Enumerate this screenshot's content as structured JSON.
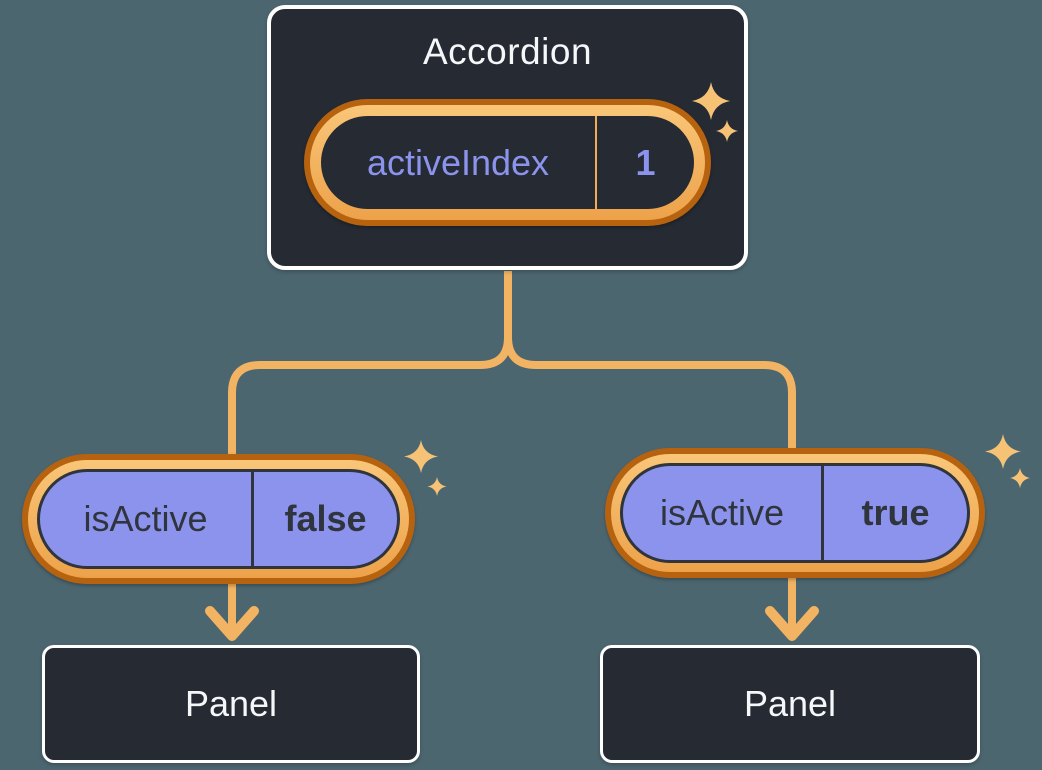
{
  "diagram": {
    "description": "React component tree showing state lifted up to a parent Accordion and passed down as props to two Panels",
    "background_color": "#4C6670"
  },
  "colors": {
    "canvas_background": "#4C6670",
    "node_background": "#252A33",
    "node_border": "#FFFFFF",
    "state_ring_outer": "#B6620F",
    "state_ring_inner": "#F5B765",
    "prop_pill_fill": "#8B93EC",
    "purple_text": "#8B93EC",
    "dark_text": "#2F343D",
    "white_text": "#F6F7F9",
    "connector_line": "#F2B363",
    "sparkle": "#F5C276"
  },
  "icons": {
    "sparkle": "four-point-star ✦",
    "arrowhead": "downward chevron"
  },
  "accordion": {
    "title": "Accordion",
    "state_pill": {
      "label": "activeIndex",
      "value": "1"
    }
  },
  "children": [
    {
      "pill": {
        "label": "isActive",
        "value": "false"
      },
      "panel": {
        "label": "Panel"
      }
    },
    {
      "pill": {
        "label": "isActive",
        "value": "true"
      },
      "panel": {
        "label": "Panel"
      }
    }
  ]
}
